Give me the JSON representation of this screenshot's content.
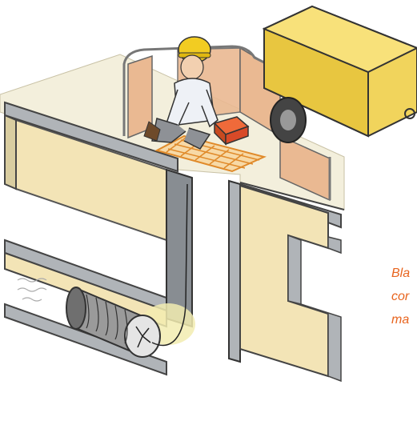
{
  "caption": {
    "line1": "Bla",
    "line2": "cor",
    "line3": "ma"
  },
  "colors": {
    "caption": "#e8641e",
    "ground_top": "#f3efdc",
    "soil": "#f3e4b6",
    "shaft_wall": "#b0b4b8",
    "vehicle": "#f1d45c",
    "barrier_panel": "#eab992",
    "helmet": "#f2cc22",
    "lining_pad": "#f0b05a",
    "control_box": "#d84a28"
  }
}
